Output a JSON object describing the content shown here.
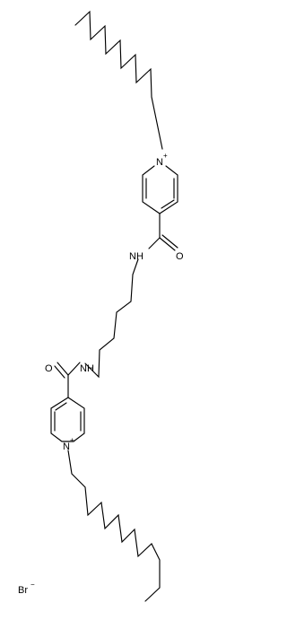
{
  "molecule": {
    "atoms": {
      "n_top": "N",
      "n_top_charge": "+",
      "n_bottom": "N",
      "n_bottom_charge": "+",
      "amide_nh_top": "NH",
      "amide_o_top": "O",
      "amide_nh_bottom": "NH",
      "amide_o_bottom": "O"
    },
    "counterion": {
      "symbol": "Br",
      "charge": "−"
    }
  }
}
